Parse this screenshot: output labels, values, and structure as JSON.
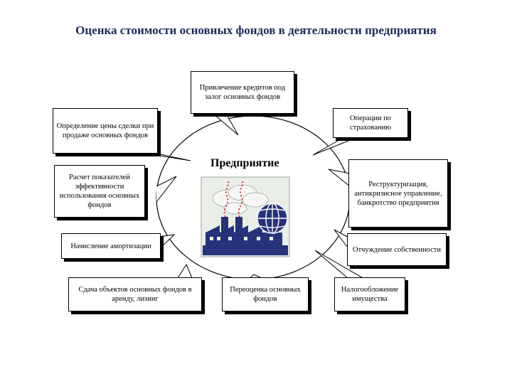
{
  "title": "Оценка стоимости основных фондов в деятельности предприятия",
  "center": "Предприятие",
  "boxes": {
    "credits": "Привлечение кредитов под залог основных фондов",
    "price": "Определение цены сделки при продаже основных фондов",
    "insurance": "Операции по страхованию",
    "efficiency": "Расчет показателей эффективности использования основных фондов",
    "restructuring": "Реструктуризация, антикризисное управление, банкротство предприятия",
    "depreciation": "Начисление амортизации",
    "alienation": "Отчуждение собственности",
    "lease": "Сдача объектов основных фондов в аренду, лизинг",
    "revaluation": "Переоценка основных фондов",
    "taxation": "Налогообложение имущества"
  },
  "icon": "factory-globe-icon"
}
